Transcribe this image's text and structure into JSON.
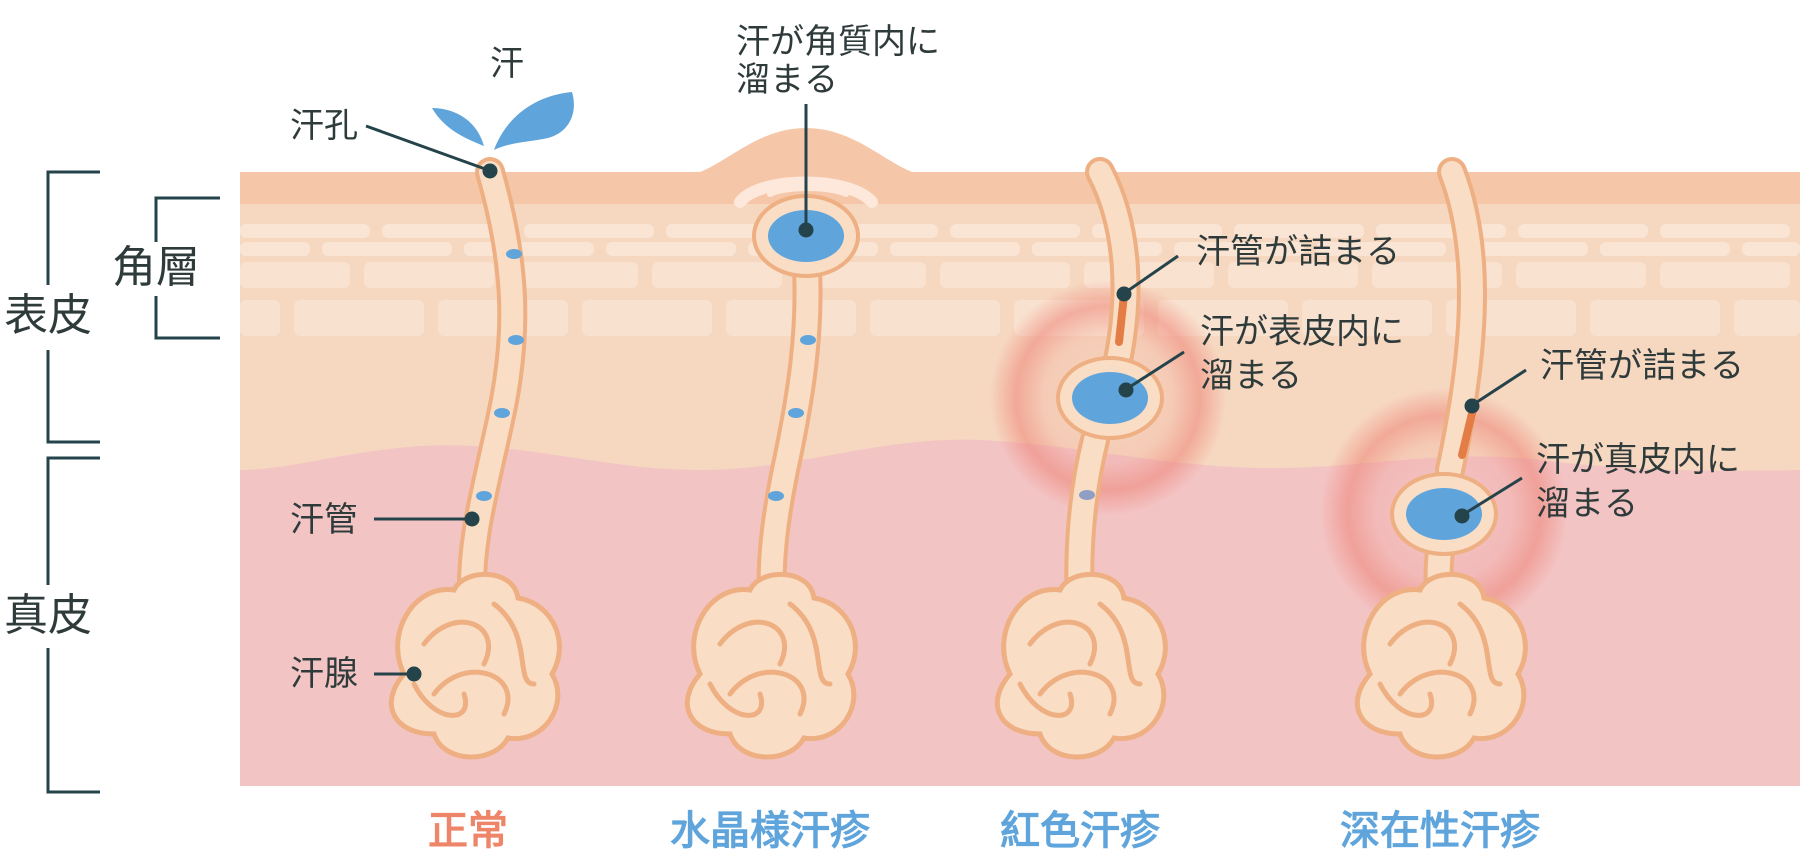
{
  "colors": {
    "epidermis": "#f6d7c0",
    "stratum": "#f5c7a8",
    "dermis": "#f3c4c4",
    "duct_fill": "#f9ddc4",
    "duct_stroke": "#eeaf83",
    "sweat_blue": "#5fa5dc",
    "blocked": "#e47c46",
    "inflammation": "#ee8376",
    "line": "#24434a",
    "label_normal": "#ee8468",
    "label_blue": "#5fa5dc"
  },
  "side_labels": {
    "epidermis": "表皮",
    "stratum_corneum": "角層",
    "dermis": "真皮"
  },
  "annotations": {
    "sweat": "汗",
    "sweat_pore": "汗孔",
    "sweat_duct": "汗管",
    "sweat_gland": "汗腺",
    "crystallina_line1": "汗が角質内に",
    "crystallina_line2": "溜まる",
    "rubra_blocked": "汗管が詰まる",
    "rubra_line1": "汗が表皮内に",
    "rubra_line2": "溜まる",
    "profunda_blocked": "汗管が詰まる",
    "profunda_line1": "汗が真皮内に",
    "profunda_line2": "溜まる"
  },
  "captions": [
    "正常",
    "水晶様汗疹",
    "紅色汗疹",
    "深在性汗疹"
  ]
}
